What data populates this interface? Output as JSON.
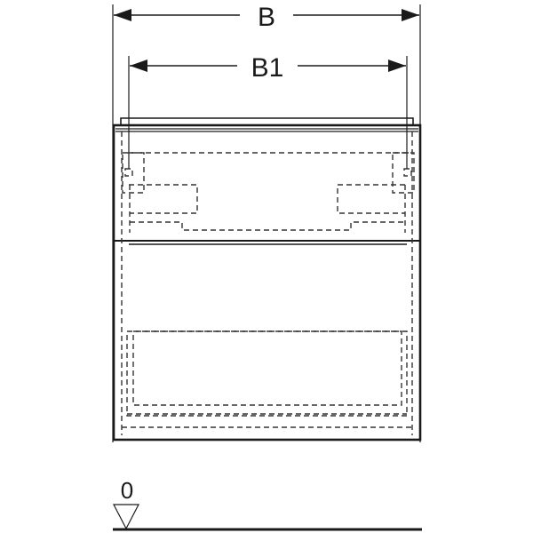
{
  "drawing": {
    "type": "technical front-view dimension drawing",
    "subject": "cabinet with two drawers"
  },
  "dimensions": {
    "outer_width_label": "B",
    "inner_width_label": "B1"
  },
  "floor_reference": {
    "label": "0",
    "symbol": "level-triangle"
  },
  "colors": {
    "line": "#1a1a1a",
    "background": "#ffffff"
  }
}
